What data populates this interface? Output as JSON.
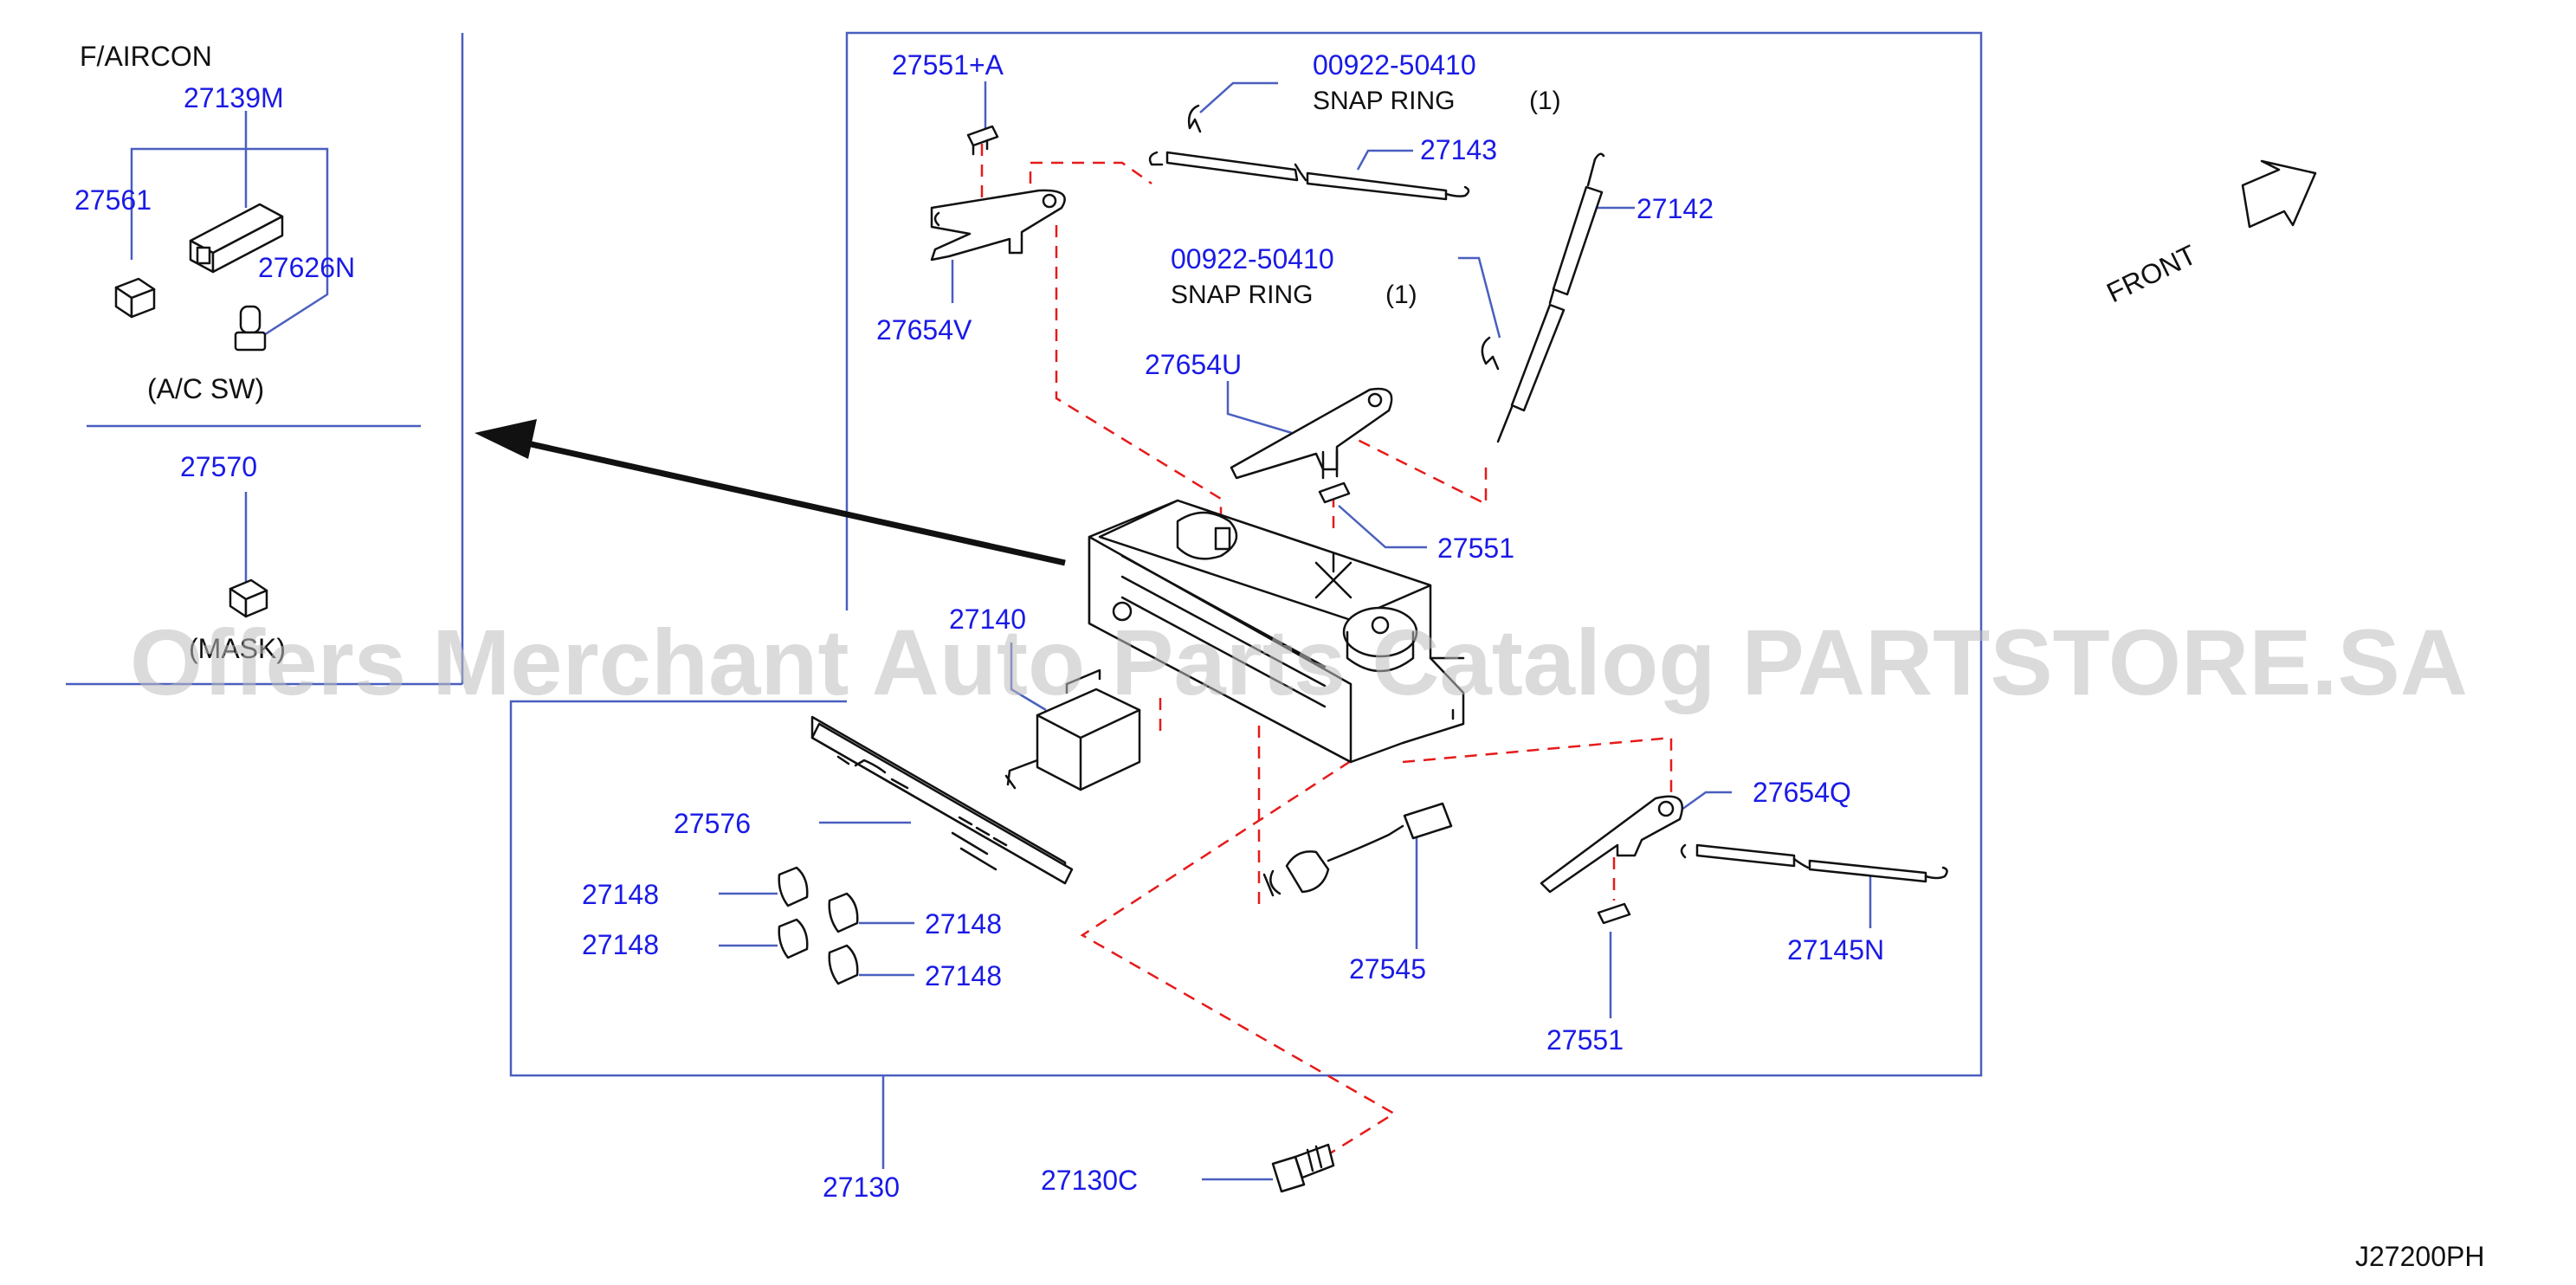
{
  "diagram": {
    "labels": {
      "faircon": "F/AIRCON",
      "p27139M": "27139M",
      "p27561": "27561",
      "p27626N": "27626N",
      "ac_sw": "(A/C   SW)",
      "p27570": "27570",
      "mask": "(MASK)",
      "p27551A": "27551+A",
      "p00922a": "00922-50410",
      "snap_ring_a": "SNAP   RING",
      "qty_a": "(1)",
      "p27143": "27143",
      "p27142": "27142",
      "p00922b": "00922-50410",
      "snap_ring_b": "SNAP   RING",
      "qty_b": "(1)",
      "p27654V": "27654V",
      "p27654U": "27654U",
      "p27551_top": "27551",
      "p27140": "27140",
      "p27576": "27576",
      "p27148_1": "27148",
      "p27148_2": "27148",
      "p27148_3": "27148",
      "p27148_4": "27148",
      "p27654Q": "27654Q",
      "p27545": "27545",
      "p27145N": "27145N",
      "p27551_bottom": "27551",
      "p27130": "27130",
      "p27130C": "27130C",
      "front": "FRONT",
      "diagram_code": "J27200PH"
    },
    "watermark": "Offers Merchant Auto Parts Catalog PARTSTORE.SA",
    "colors": {
      "label": "#1a1ae6",
      "frame": "#4a5fbf",
      "dashed_guide": "#e61a1a",
      "line_art": "#111111",
      "watermark": "#bdbdbd"
    }
  }
}
